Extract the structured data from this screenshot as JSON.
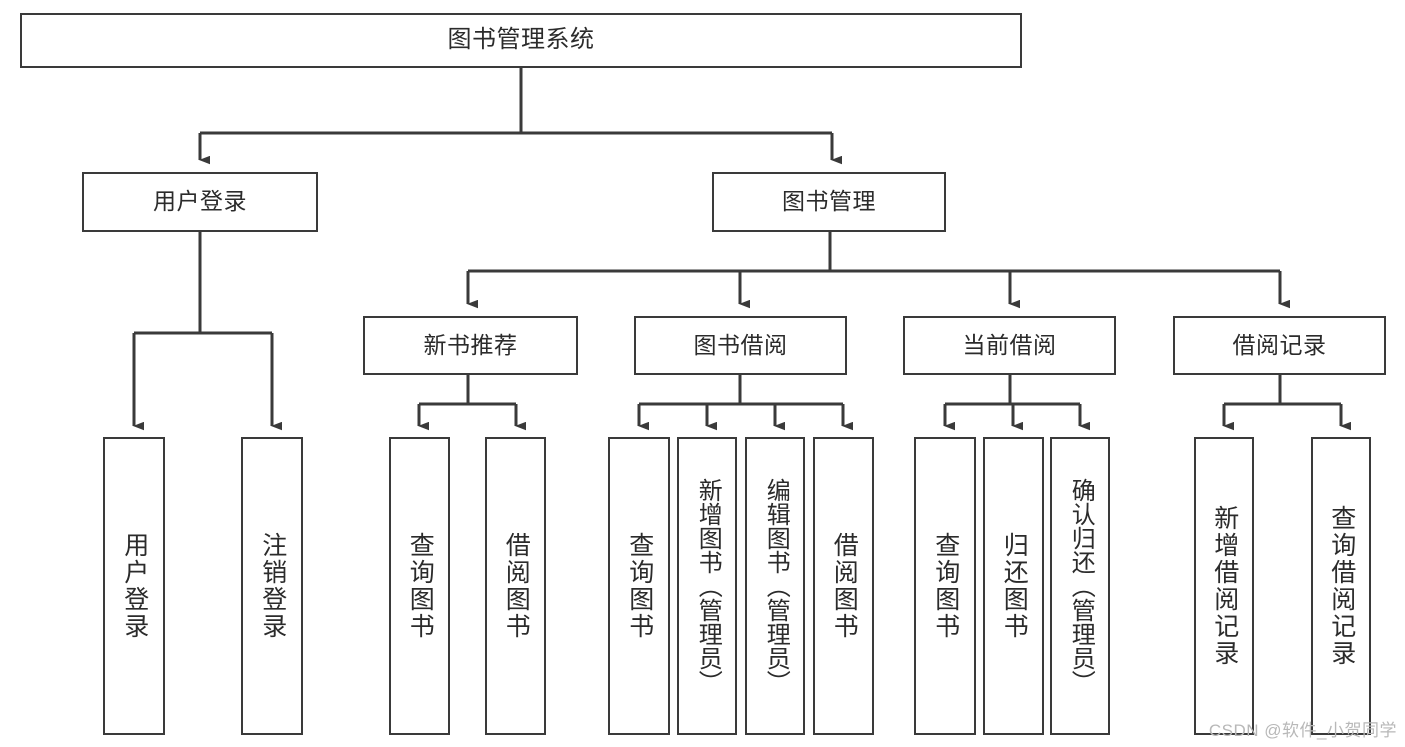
{
  "diagram": {
    "title": "图书管理系统",
    "type": "tree",
    "watermark": "CSDN @软件_小贺同学",
    "colors": {
      "stroke": "#3a3a3a",
      "text": "#2b2b2b",
      "background": "#ffffff",
      "watermark": "#b8b8b8"
    },
    "root": {
      "label": "图书管理系统"
    },
    "level2": [
      {
        "label": "用户登录"
      },
      {
        "label": "图书管理"
      }
    ],
    "level3": [
      {
        "label": "新书推荐"
      },
      {
        "label": "图书借阅"
      },
      {
        "label": "当前借阅"
      },
      {
        "label": "借阅记录"
      }
    ],
    "leaves": {
      "user_login": [
        {
          "label": "用户登录"
        },
        {
          "label": "注销登录"
        }
      ],
      "new_book_recommend": [
        {
          "label": "查询图书"
        },
        {
          "label": "借阅图书"
        }
      ],
      "book_borrow": [
        {
          "label": "查询图书"
        },
        {
          "label": "新增图书（管理员）"
        },
        {
          "label": "编辑图书（管理员）"
        },
        {
          "label": "借阅图书"
        }
      ],
      "current_borrow": [
        {
          "label": "查询图书"
        },
        {
          "label": "归还图书"
        },
        {
          "label": "确认归还（管理员）"
        }
      ],
      "borrow_record": [
        {
          "label": "新增借阅记录"
        },
        {
          "label": "查询借阅记录"
        }
      ]
    }
  }
}
